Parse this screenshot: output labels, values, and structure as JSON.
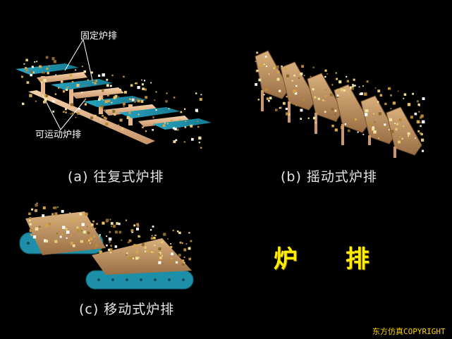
{
  "diagrams": {
    "reciprocating": {
      "caption": "(a) 往复式炉排",
      "label_fixed": "固定炉排",
      "label_movable": "可运动炉排"
    },
    "rocking": {
      "caption": "(b) 摇动式炉排"
    },
    "moving": {
      "caption": "(c) 移动式炉排"
    }
  },
  "title": "炉 排",
  "copyright": "东方仿真COPYRIGHT",
  "colors": {
    "background": "#000000",
    "grate_blue": "#1e8fa8",
    "grate_tan": "#f0c49a",
    "fuel_gold": "#d4a44a",
    "title_yellow": "#ffee00"
  }
}
